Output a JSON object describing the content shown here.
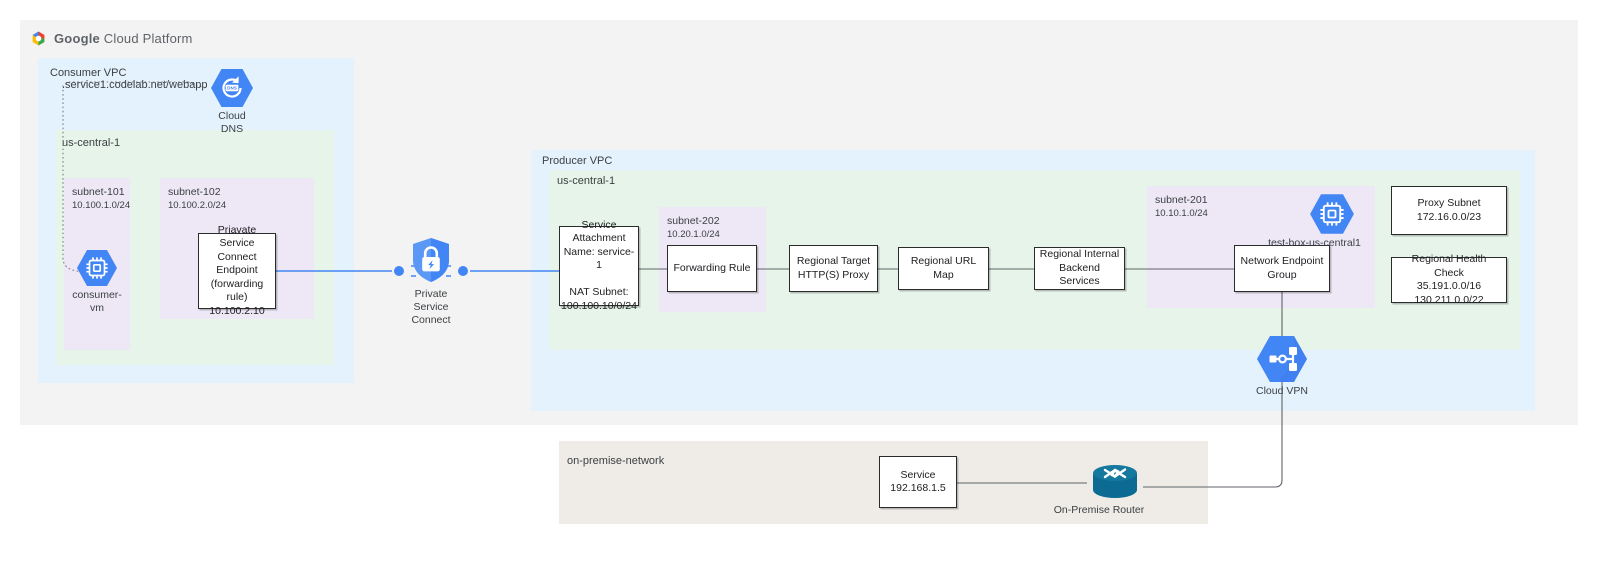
{
  "brand": {
    "logo_icon": "google-cloud-platform-logo-icon",
    "name_bold": "Google",
    "name_rest": " Cloud Platform"
  },
  "consumer": {
    "vpc_label": "Consumer VPC",
    "region_label": "us-central-1",
    "dns_record": ".service1.codelab.net/webapp",
    "cloud_dns": {
      "icon": "cloud-dns-icon",
      "caption": "Cloud\nDNS"
    },
    "subnet_101": {
      "name": "subnet-101",
      "cidr": "10.100.1.0/24"
    },
    "subnet_102": {
      "name": "subnet-102",
      "cidr": "10.100.2.0/24"
    },
    "consumer_vm": {
      "icon": "compute-vm-icon",
      "caption": "consumer-vm"
    },
    "psc_endpoint": "Priavate Service\nConnect Endpoint\n(forwarding rule)\n10.100.2.10"
  },
  "psc": {
    "icon": "private-service-connect-icon",
    "caption": "Private Service Connect"
  },
  "producer": {
    "vpc_label": "Producer VPC",
    "region_label": "us-central-1",
    "service_attachment": "Service\nAttachment\nName: service-1\n\nNAT Subnet:\n100.100.10/0/24",
    "subnet_202": {
      "name": "subnet-202",
      "cidr": "10.20.1.0/24"
    },
    "forwarding_rule": "Forwarding Rule",
    "target_proxy": "Regional Target\nHTTP(S) Proxy",
    "url_map": "Regional URL Map",
    "backend_services": "Regional Internal\nBackend Services",
    "subnet_201": {
      "name": "subnet-201",
      "cidr": "10.10.1.0/24"
    },
    "test_box": {
      "icon": "compute-vm-icon",
      "caption": "test-box-us-central1"
    },
    "network_endpoint_group": "Network Endpoint\nGroup",
    "proxy_subnet": "Proxy Subnet\n172.16.0.0/23",
    "health_check": "Regional Health Check\n35.191.0.0/16\n130.211.0.0/22"
  },
  "cloud_vpn": {
    "icon": "cloud-vpn-icon",
    "caption": "Cloud VPN"
  },
  "onpremise": {
    "network_label": "on-premise-network",
    "service": "Service\n192.168.1.5",
    "router": {
      "icon": "router-icon",
      "caption": "On-Premise Router"
    }
  },
  "colors": {
    "page_background": "#ffffff",
    "outer_panel": "#f3f3f3",
    "vpc": "#e3f2fd",
    "region": "#e6f4ea",
    "subnet": "#ede7f6",
    "onpremise": "#efece8",
    "google_blue": "#4285f4",
    "psc_link": "#4285f4",
    "wire": "#5f6368",
    "router_teal": "#0c6a93"
  }
}
